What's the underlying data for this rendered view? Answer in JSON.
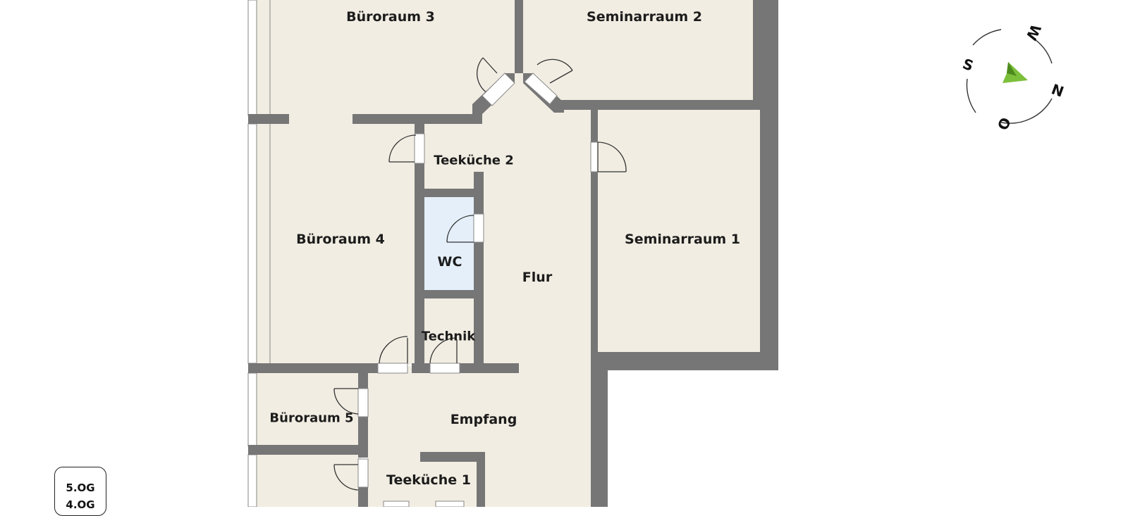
{
  "rooms": {
    "bueroraum_3": "Büroraum 3",
    "seminarraum_2": "Seminarraum 2",
    "teekueche_2": "Teeküche 2",
    "bueroraum_4": "Büroraum 4",
    "wc": "WC",
    "flur": "Flur",
    "seminarraum_1": "Seminarraum 1",
    "technik": "Technik",
    "bueroraum_5": "Büroraum 5",
    "empfang": "Empfang",
    "teekueche_1": "Teeküche 1"
  },
  "floor_selector": {
    "items": [
      "5.OG",
      "4.OG"
    ]
  },
  "compass": {
    "letters": [
      "W",
      "N",
      "O",
      "S"
    ]
  },
  "colors": {
    "wall": "#767676",
    "floor": "#f1ede2",
    "wc_floor": "#e4eff9",
    "compass_arrow": "#7cbf3a"
  }
}
